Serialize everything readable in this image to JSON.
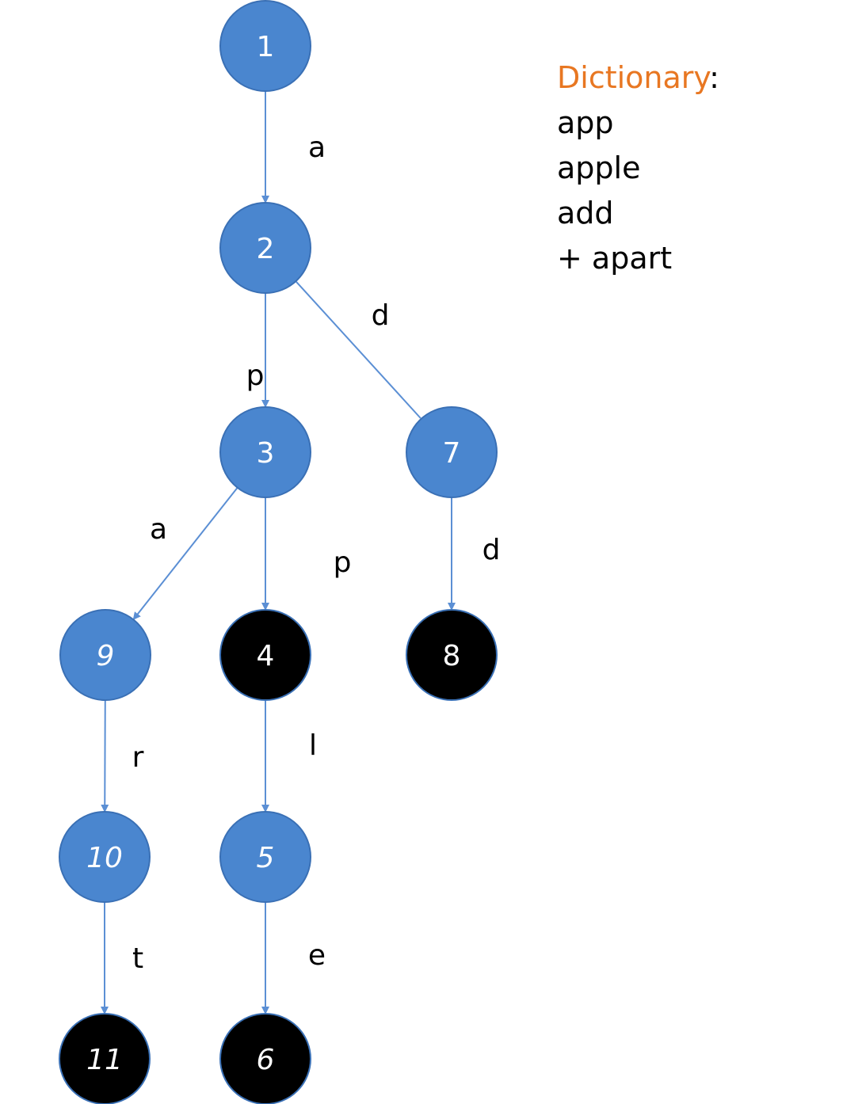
{
  "colors": {
    "node_fill": "#4A86CF",
    "node_stroke": "#3A70B5",
    "terminal_fill": "#000000",
    "edge": "#5B8FD4",
    "legend_title": "#E87722"
  },
  "legend": {
    "title": "Dictionary",
    "colon": ":",
    "words": [
      "app",
      "apple",
      "add",
      "+ apart"
    ]
  },
  "nodes": [
    {
      "id": "1",
      "label": "1",
      "terminal": false,
      "italic": false
    },
    {
      "id": "2",
      "label": "2",
      "terminal": false,
      "italic": false
    },
    {
      "id": "3",
      "label": "3",
      "terminal": false,
      "italic": false
    },
    {
      "id": "7",
      "label": "7",
      "terminal": false,
      "italic": false
    },
    {
      "id": "9",
      "label": "9",
      "terminal": false,
      "italic": true
    },
    {
      "id": "4",
      "label": "4",
      "terminal": true,
      "italic": false
    },
    {
      "id": "8",
      "label": "8",
      "terminal": true,
      "italic": false
    },
    {
      "id": "10",
      "label": "10",
      "terminal": false,
      "italic": true
    },
    {
      "id": "5",
      "label": "5",
      "terminal": false,
      "italic": true
    },
    {
      "id": "11",
      "label": "11",
      "terminal": true,
      "italic": true
    },
    {
      "id": "6",
      "label": "6",
      "terminal": true,
      "italic": true
    }
  ],
  "edges": [
    {
      "from": "1",
      "to": "2",
      "label": "a",
      "arrow": true
    },
    {
      "from": "2",
      "to": "3",
      "label": "p",
      "arrow": true
    },
    {
      "from": "2",
      "to": "7",
      "label": "d",
      "arrow": false
    },
    {
      "from": "3",
      "to": "9",
      "label": "a",
      "arrow": true
    },
    {
      "from": "3",
      "to": "4",
      "label": "p",
      "arrow": true
    },
    {
      "from": "7",
      "to": "8",
      "label": "d",
      "arrow": true
    },
    {
      "from": "9",
      "to": "10",
      "label": "r",
      "arrow": true
    },
    {
      "from": "4",
      "to": "5",
      "label": "l",
      "arrow": true
    },
    {
      "from": "10",
      "to": "11",
      "label": "t",
      "arrow": true
    },
    {
      "from": "5",
      "to": "6",
      "label": "e",
      "arrow": true
    }
  ]
}
